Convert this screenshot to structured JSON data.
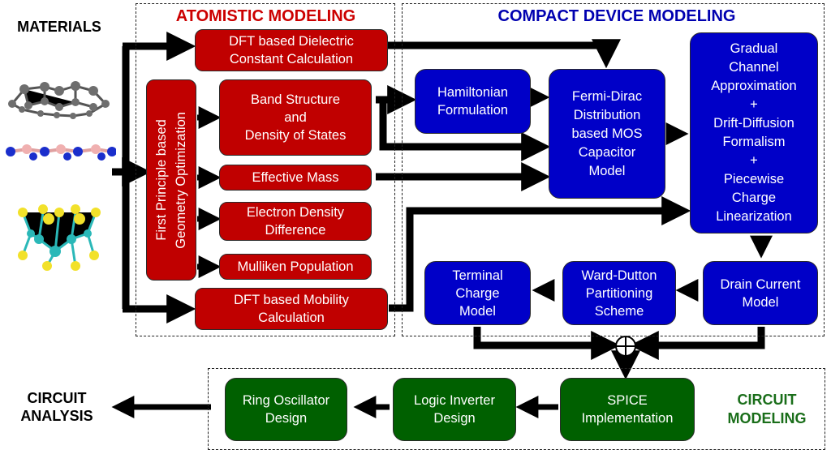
{
  "labels": {
    "materials": "MATERIALS",
    "circuit_analysis": "CIRCUIT\nANALYSIS"
  },
  "regions": {
    "atomistic": {
      "title": "ATOMISTIC MODELING",
      "color": "#cc0000"
    },
    "compact": {
      "title": "COMPACT DEVICE MODELING",
      "color": "#0000b0"
    },
    "circuit": {
      "title": "CIRCUIT\nMODELING",
      "color": "#1a6e1a"
    }
  },
  "materials": [
    {
      "name": "graphene-like-sheet",
      "atom_colors": [
        "#707070"
      ]
    },
    {
      "name": "hbn-like-sheet",
      "atom_colors": [
        "#1a2ecc",
        "#f0b0b0"
      ]
    },
    {
      "name": "mos2-like-sheet",
      "atom_colors": [
        "#2ab8b8",
        "#f2e12a"
      ]
    }
  ],
  "atomistic_boxes": {
    "dielectric": "DFT based Dielectric\nConstant Calculation",
    "geometry": "First Principle based\nGeometry Optimization",
    "band": "Band Structure\nand\nDensity of States",
    "effective_mass": "Effective Mass",
    "electron_density": "Electron Density\nDifference",
    "mulliken": "Mulliken Population",
    "mobility": "DFT based Mobility\nCalculation"
  },
  "compact_boxes": {
    "hamiltonian": "Hamiltonian\nFormulation",
    "fermi_dirac": "Fermi-Dirac\nDistribution\nbased MOS\nCapacitor\nModel",
    "gca": "Gradual\nChannel\nApproximation\n+\nDrift-Diffusion\nFormalism\n+\nPiecewise\nCharge\nLinearization",
    "drain_current": "Drain Current\nModel",
    "ward_dutton": "Ward-Dutton\nPartitioning\nScheme",
    "terminal_charge": "Terminal\nCharge\nModel"
  },
  "summing_symbol": "⊕",
  "circuit_boxes": {
    "spice": "SPICE\nImplementation",
    "inverter": "Logic Inverter\nDesign",
    "ring_osc": "Ring Oscillator\nDesign"
  },
  "colors": {
    "atomistic_box": "#c00000",
    "compact_box": "#0000c8",
    "circuit_box": "#006000",
    "arrow": "#000000"
  }
}
